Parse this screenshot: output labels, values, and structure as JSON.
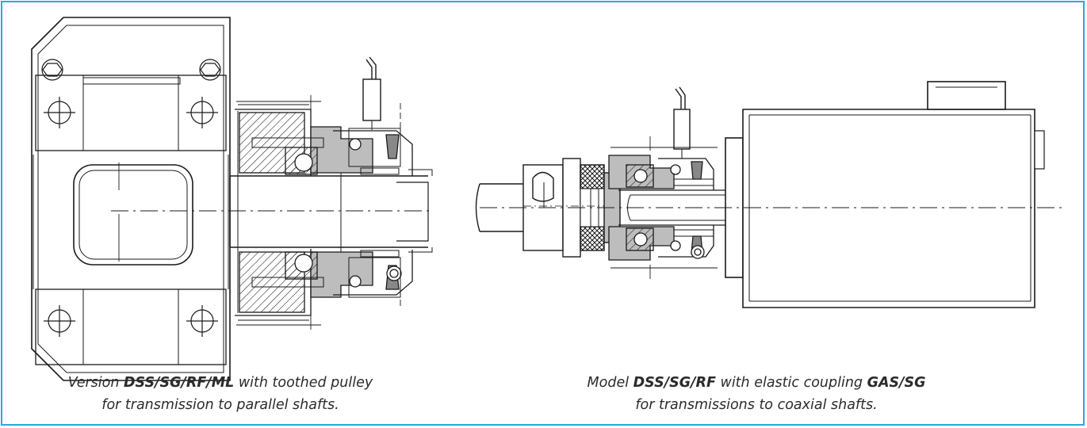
{
  "colors": {
    "border": "#29a8df",
    "line": "#1a1a1a",
    "section_fill": "#bdbdbd",
    "caption_text": "#2b2b2b"
  },
  "captions": {
    "left": {
      "prefix": "Version ",
      "model": "DSS/SG/RF/ML",
      "suffix": " with toothed pulley",
      "line2": "for transmission to parallel shafts."
    },
    "right": {
      "prefix": "Model ",
      "model": "DSS/SG/RF",
      "middle": " with elastic coupling ",
      "coupling": "GAS/SG",
      "line2": "for transmissions to coaxial shafts."
    }
  }
}
